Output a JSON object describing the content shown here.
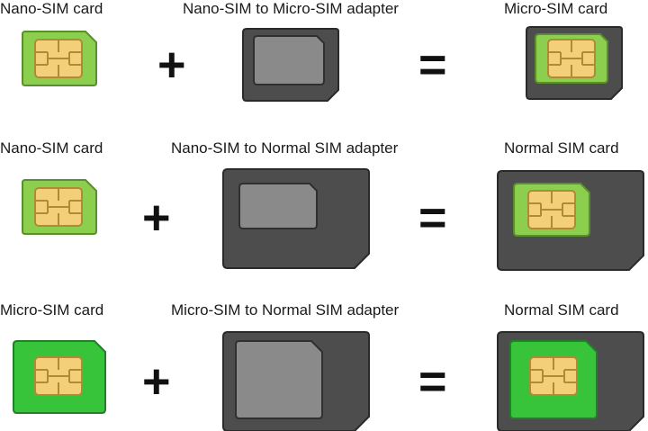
{
  "rows": [
    {
      "left_label": "Nano-SIM card",
      "middle_label": "Nano-SIM to Micro-SIM adapter",
      "right_label": "Micro-SIM card",
      "plus": "+",
      "equals": "="
    },
    {
      "left_label": "Nano-SIM card",
      "middle_label": "Nano-SIM to Normal SIM adapter",
      "right_label": "Normal SIM card",
      "plus": "+",
      "equals": "="
    },
    {
      "left_label": "Micro-SIM card",
      "middle_label": "Micro-SIM to Normal SIM adapter",
      "right_label": "Normal SIM card",
      "plus": "+",
      "equals": "="
    }
  ],
  "colors": {
    "nano_green": "#8ccf4f",
    "micro_green": "#38c43a",
    "chip_gold": "#f3cf7a",
    "adapter_dark": "#4d4d4d",
    "adapter_slot": "#8a8a8a"
  }
}
